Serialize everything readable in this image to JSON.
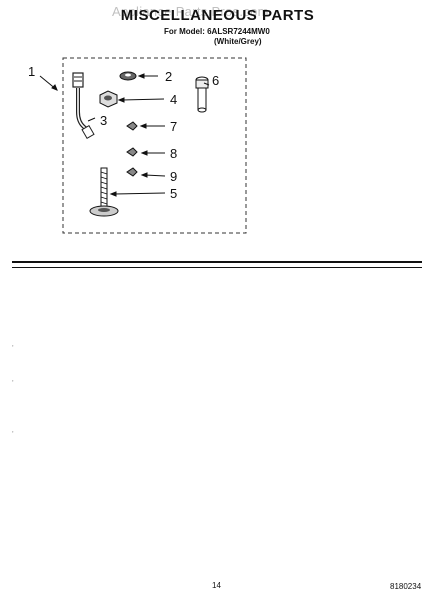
{
  "header": {
    "title": "MISCELLANEOUS PARTS",
    "watermark": "Appliance Parts Pros.com",
    "model_line": "For Model: 6ALSR7244MW0",
    "variant": "(White/Grey)"
  },
  "callouts": [
    "1",
    "2",
    "3",
    "4",
    "5",
    "6",
    "7",
    "8",
    "9"
  ],
  "margin_marks": [
    ",",
    ",",
    ","
  ],
  "footer": {
    "page_number": "14",
    "doc_number": "8180234"
  }
}
